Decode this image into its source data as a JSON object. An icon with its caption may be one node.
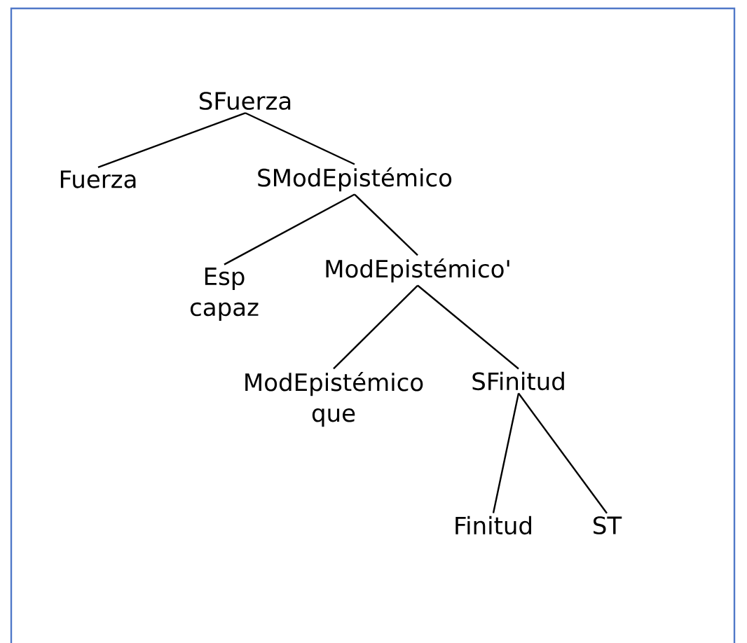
{
  "diagram": {
    "nodes": [
      {
        "text": [
          "SFuerza"
        ]
      },
      {
        "text": [
          "Fuerza"
        ]
      },
      {
        "text": [
          "SModEpistémico"
        ]
      },
      {
        "text": [
          "Esp",
          "capaz"
        ]
      },
      {
        "text": [
          "ModEpistémico'"
        ]
      },
      {
        "text": [
          "ModEpistémico",
          "que"
        ]
      },
      {
        "text": [
          "SFinitud"
        ]
      },
      {
        "text": [
          "Finitud"
        ]
      },
      {
        "text": [
          "ST"
        ]
      }
    ],
    "edges": [
      {
        "from": 0,
        "to": 1,
        "arrow": "none"
      },
      {
        "from": 0,
        "to": 2,
        "arrow": "none"
      },
      {
        "from": 2,
        "to": 3,
        "arrow": "none"
      },
      {
        "from": 2,
        "to": 4,
        "arrow": "none"
      },
      {
        "from": 4,
        "to": 5,
        "arrow": "none"
      },
      {
        "from": 4,
        "to": 6,
        "arrow": "none"
      },
      {
        "from": 6,
        "to": 7,
        "arrow": "none"
      },
      {
        "from": 6,
        "to": 8,
        "arrow": "none"
      }
    ]
  }
}
